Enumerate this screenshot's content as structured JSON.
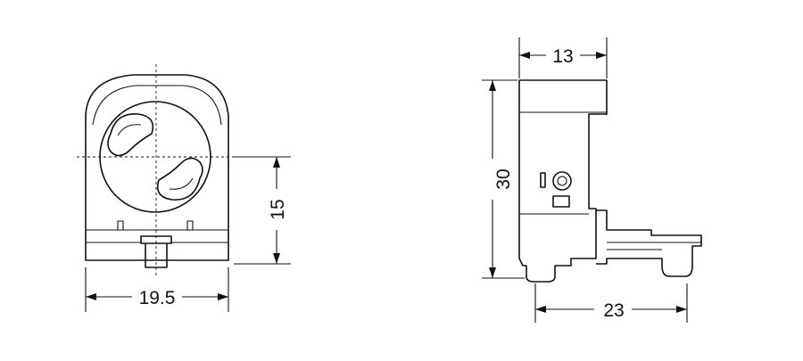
{
  "drawing": {
    "front_view": {
      "width_label": "19.5",
      "height_label": "15"
    },
    "side_view": {
      "top_width_label": "13",
      "height_label": "30",
      "bottom_width_label": "23"
    },
    "colors": {
      "line": "#111111",
      "background": "#ffffff"
    }
  }
}
